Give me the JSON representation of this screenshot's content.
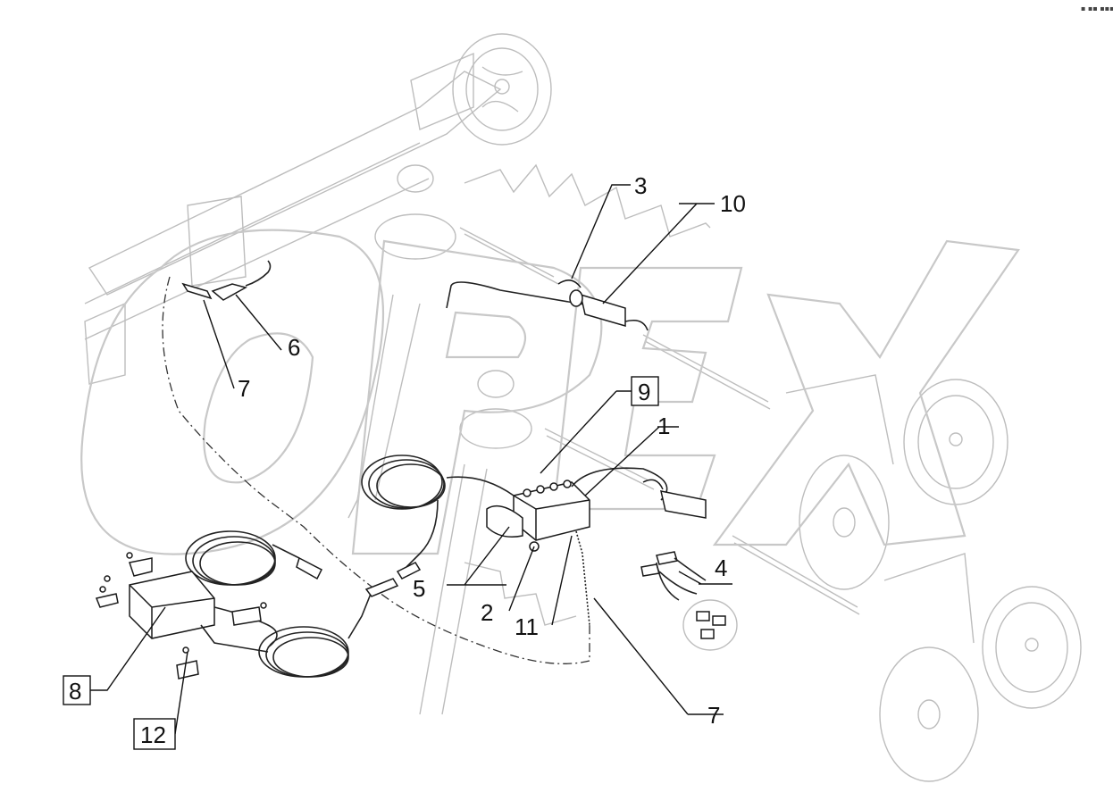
{
  "watermark": {
    "text": "OPEX"
  },
  "corner_mark": "▪ ▪▪ ▪▪▪",
  "callouts": [
    {
      "id": "c1",
      "text": "1",
      "boxed": false
    },
    {
      "id": "c2",
      "text": "2",
      "boxed": false
    },
    {
      "id": "c3",
      "text": "3",
      "boxed": false
    },
    {
      "id": "c4",
      "text": "4",
      "boxed": false
    },
    {
      "id": "c5",
      "text": "5",
      "boxed": false
    },
    {
      "id": "c6",
      "text": "6",
      "boxed": false
    },
    {
      "id": "c7a",
      "text": "7",
      "boxed": false
    },
    {
      "id": "c7b",
      "text": "7",
      "boxed": false
    },
    {
      "id": "c8",
      "text": "8",
      "boxed": true
    },
    {
      "id": "c9",
      "text": "9",
      "boxed": true
    },
    {
      "id": "c10",
      "text": "10",
      "boxed": false
    },
    {
      "id": "c11",
      "text": "11",
      "boxed": false
    },
    {
      "id": "c12",
      "text": "12",
      "boxed": true
    }
  ]
}
